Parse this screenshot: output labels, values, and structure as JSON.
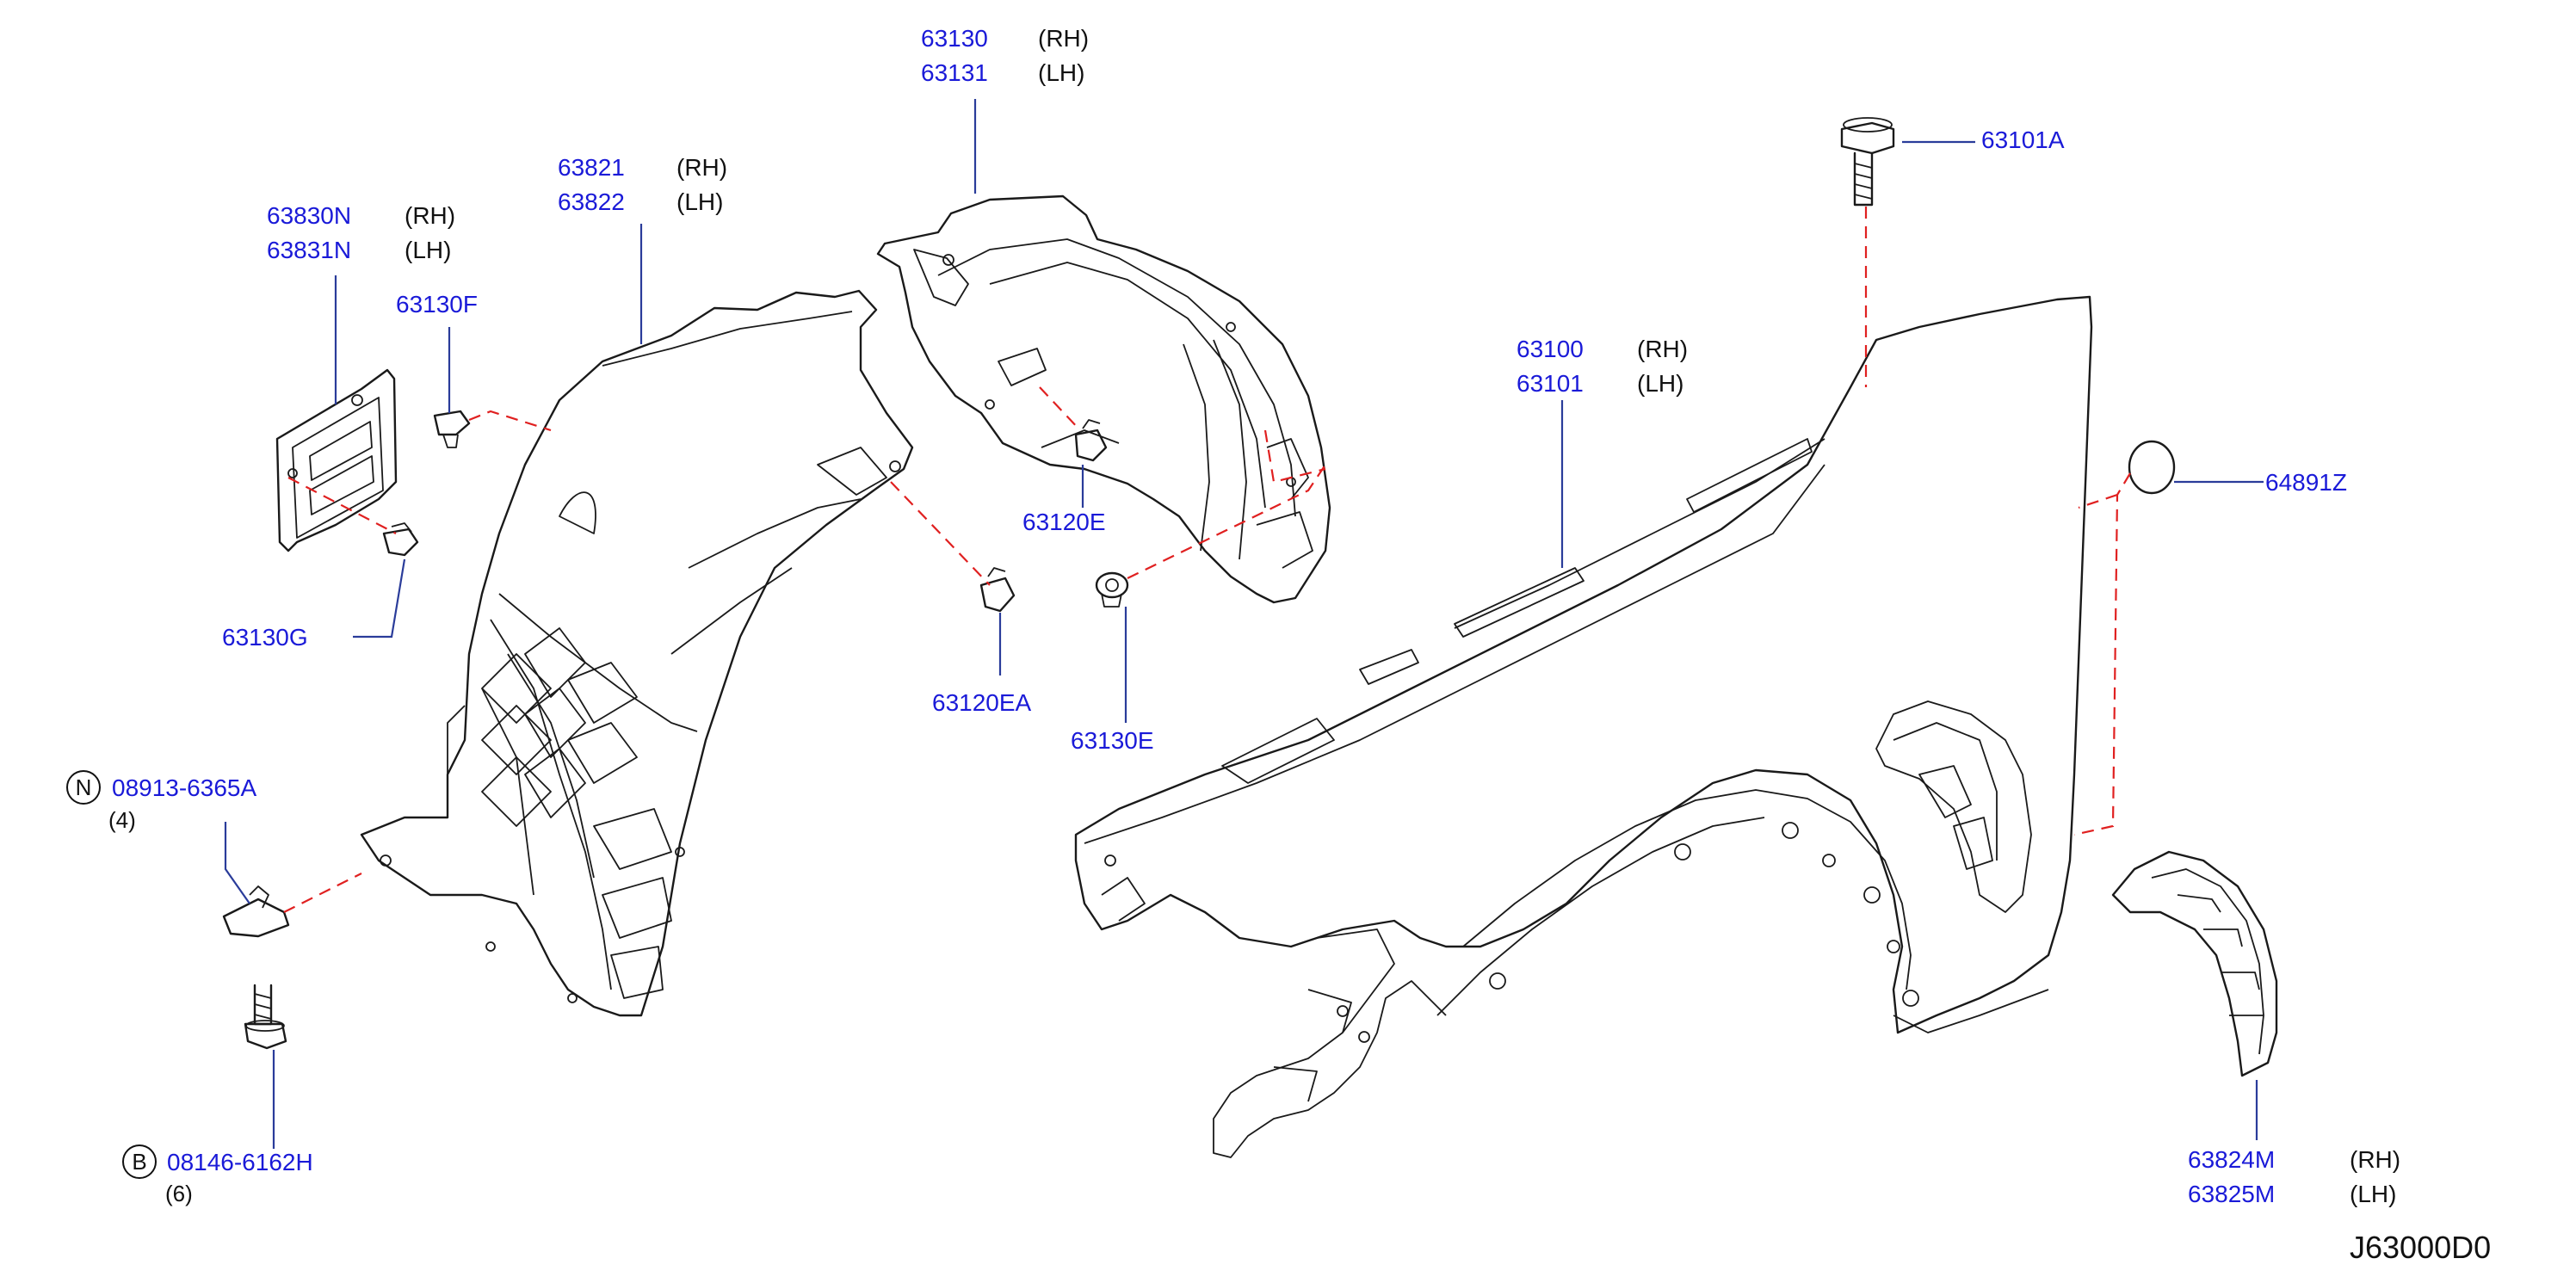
{
  "diagram_id": "J63000D0",
  "parts": [
    {
      "key": "rear_liner",
      "lines": [
        {
          "pn": "63130",
          "side": "(RH)"
        },
        {
          "pn": "63131",
          "side": "(LH)"
        }
      ]
    },
    {
      "key": "front_liner",
      "lines": [
        {
          "pn": "63821",
          "side": "(RH)"
        },
        {
          "pn": "63822",
          "side": "(LH)"
        }
      ]
    },
    {
      "key": "protector",
      "lines": [
        {
          "pn": "63830N",
          "side": "(RH)"
        },
        {
          "pn": "63831N",
          "side": "(LH)"
        }
      ]
    },
    {
      "key": "fender",
      "lines": [
        {
          "pn": "63100",
          "side": "(RH)"
        },
        {
          "pn": "63101",
          "side": "(LH)"
        }
      ]
    },
    {
      "key": "arch_cover",
      "lines": [
        {
          "pn": "63824M",
          "side": "(RH)"
        },
        {
          "pn": "63825M",
          "side": "(LH)"
        }
      ]
    }
  ],
  "singles": {
    "clip_f": "63130F",
    "clip_g": "63130G",
    "clip_e_upper": "63120E",
    "clip_ea": "63120EA",
    "clip_e_lower": "63130E",
    "bolt_top": "63101A",
    "plug": "64891Z"
  },
  "fasteners": {
    "nut": {
      "symbol": "N",
      "pn": "08913-6365A",
      "qty": "(4)"
    },
    "bolt": {
      "symbol": "B",
      "pn": "08146-6162H",
      "qty": "(6)"
    }
  },
  "colors": {
    "part_number": "#1a1ad8",
    "leader": "#2a3c9a",
    "dashed_link": "#e02020",
    "line_art": "#1a1a1a"
  }
}
